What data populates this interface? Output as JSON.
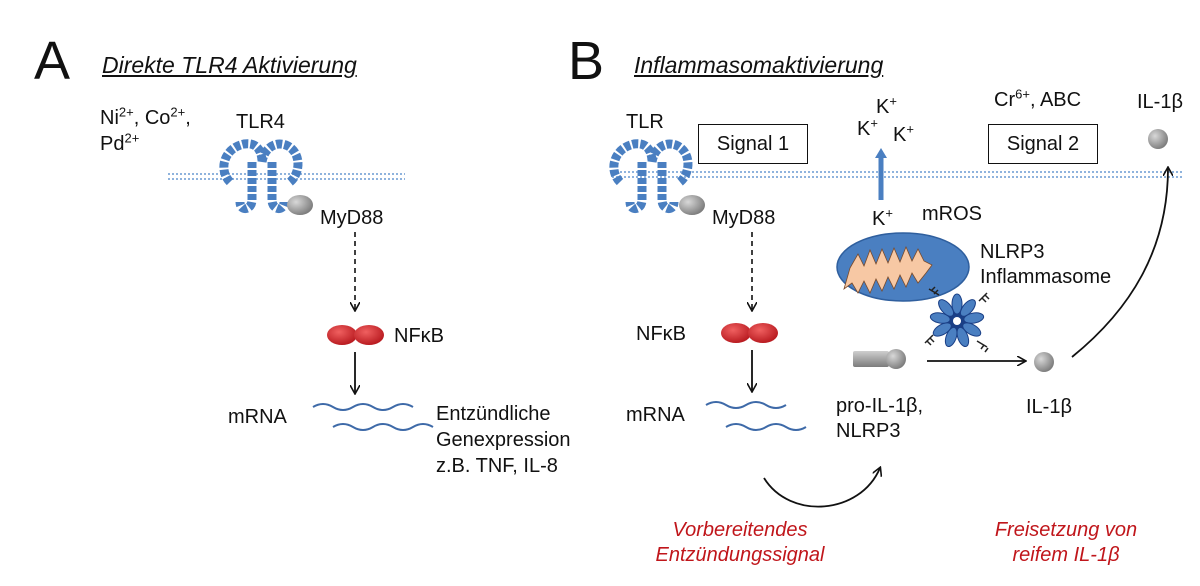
{
  "panel_a": {
    "letter": "A",
    "title": "Direkte TLR4 Aktivierung",
    "ions": {
      "ni": "Ni",
      "ni_sup": "2+",
      "co": ", Co",
      "co_sup": "2+",
      "co_tail": ",",
      "pd": "Pd",
      "pd_sup": "2+"
    },
    "receptor": "TLR4",
    "adaptor": "MyD88",
    "nfkb": "NFκB",
    "mrna": "mRNA",
    "outcome": [
      "Entzündliche",
      "Genexpression",
      "z.B. TNF, IL-8"
    ]
  },
  "panel_b": {
    "letter": "B",
    "title": "Inflammasomaktivierung",
    "receptor": "TLR",
    "signal1": "Signal 1",
    "signal2": "Signal 2",
    "adaptor": "MyD88",
    "nfkb": "NFκB",
    "mrna": "mRNA",
    "k_ion": "K",
    "k_sup": "+",
    "cr": "Cr",
    "cr_sup": "6+",
    "cr_tail": ", ABC",
    "mros": "mROS",
    "nlrp3": [
      "NLRP3",
      "Inflammasome"
    ],
    "pro": [
      "pro-IL-1β,",
      "NLRP3"
    ],
    "il1b_mature": "IL-1β",
    "il1b_released": "IL-1β",
    "priming": [
      "Vorbereitendes",
      "Entzündungssignal"
    ],
    "release": [
      "Freisetzung  von",
      "reifem IL-1β"
    ]
  },
  "colors": {
    "receptor_blue": "#4a7fc1",
    "membrane": "#7aa6d6",
    "nfkb_red": "#d9272e",
    "mito_fill": "#4a7fc1",
    "mito_inner": "#f7c8a4",
    "label_red": "#c0161b",
    "grey": "#8c8c8c"
  },
  "icons": [
    "tlr-receptor-icon",
    "myd88-icon",
    "nfkb-dimer-icon",
    "mrna-wave-icon",
    "mitochondrion-icon",
    "inflammasome-icon",
    "pro-il1b-icon",
    "il1b-sphere-icon"
  ]
}
